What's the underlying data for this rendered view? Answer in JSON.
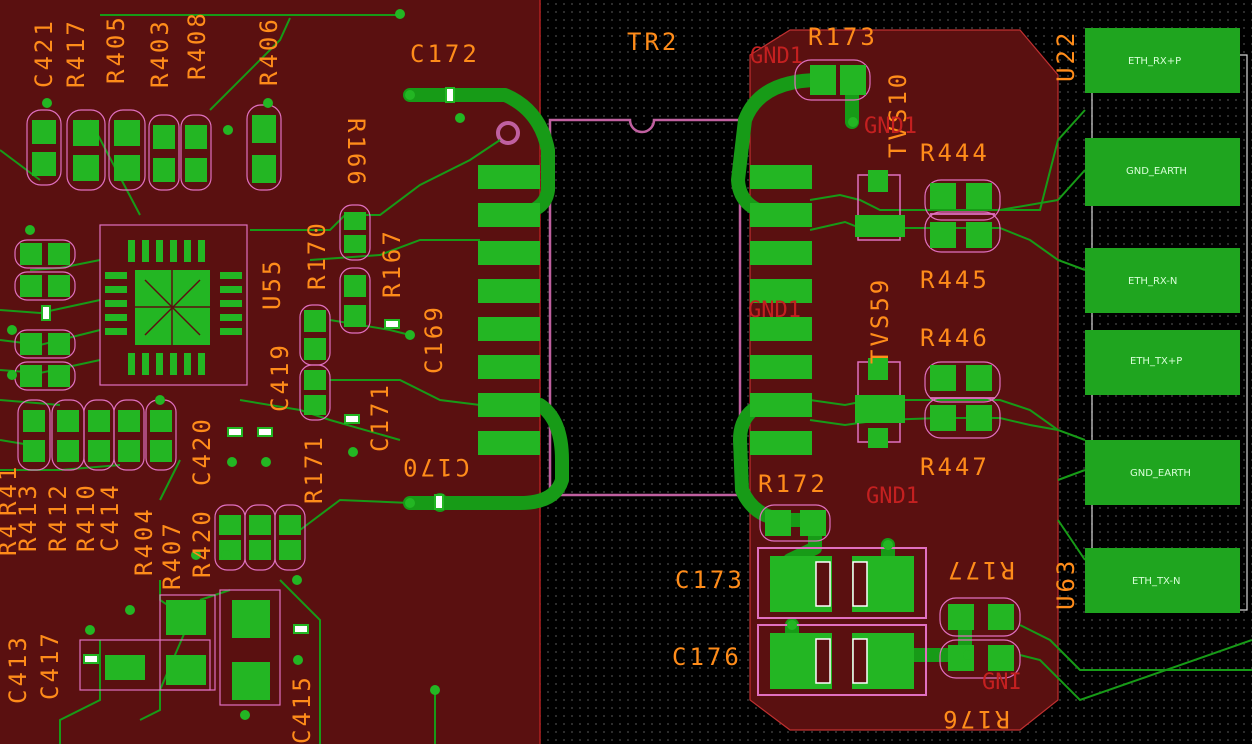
{
  "board": {
    "colors": {
      "copper": "#5a1010",
      "trace": "#179b17",
      "pad": "#23b623",
      "silk": "#e070c0",
      "label": "#ff8c1a",
      "net": "#c42020"
    },
    "labels_h": [
      {
        "id": "C172",
        "text": "C172"
      },
      {
        "id": "TR2",
        "text": "TR2"
      },
      {
        "id": "R173",
        "text": "R173"
      },
      {
        "id": "R444",
        "text": "R444"
      },
      {
        "id": "R445",
        "text": "R445"
      },
      {
        "id": "R446",
        "text": "R446"
      },
      {
        "id": "R447",
        "text": "R447"
      },
      {
        "id": "R172",
        "text": "R172"
      },
      {
        "id": "C173",
        "text": "C173"
      },
      {
        "id": "C176",
        "text": "C176"
      }
    ],
    "labels_v": [
      {
        "id": "C421",
        "text": "C421"
      },
      {
        "id": "R417",
        "text": "R417"
      },
      {
        "id": "R405",
        "text": "R405"
      },
      {
        "id": "R403",
        "text": "R403"
      },
      {
        "id": "R408",
        "text": "R408"
      },
      {
        "id": "R406",
        "text": "R406"
      },
      {
        "id": "U55",
        "text": "U55"
      },
      {
        "id": "R170",
        "text": "R170"
      },
      {
        "id": "R167",
        "text": "R167"
      },
      {
        "id": "C169",
        "text": "C169"
      },
      {
        "id": "C419",
        "text": "C419"
      },
      {
        "id": "R171",
        "text": "R171"
      },
      {
        "id": "C171",
        "text": "C171"
      },
      {
        "id": "C420",
        "text": "C420"
      },
      {
        "id": "R413",
        "text": "R413"
      },
      {
        "id": "R412",
        "text": "R412"
      },
      {
        "id": "R410",
        "text": "R410"
      },
      {
        "id": "C414",
        "text": "C414"
      },
      {
        "id": "R404",
        "text": "R404"
      },
      {
        "id": "R407",
        "text": "R407"
      },
      {
        "id": "R420",
        "text": "R420"
      },
      {
        "id": "C413",
        "text": "C413"
      },
      {
        "id": "C417",
        "text": "C417"
      },
      {
        "id": "C415",
        "text": "C415"
      },
      {
        "id": "TVS10",
        "text": "TVS10"
      },
      {
        "id": "TVS59",
        "text": "TVS59"
      },
      {
        "id": "U22",
        "text": "U22"
      },
      {
        "id": "U63",
        "text": "U63"
      },
      {
        "id": "R411",
        "text": "R41"
      },
      {
        "id": "R4xx",
        "text": "R4"
      }
    ],
    "labels_flipped": [
      {
        "id": "R166",
        "text": "R166"
      },
      {
        "id": "C170",
        "text": "C170"
      },
      {
        "id": "R177",
        "text": "R177"
      },
      {
        "id": "R176",
        "text": "R176"
      }
    ],
    "nets": [
      {
        "id": "gnd1-a",
        "text": "GND1"
      },
      {
        "id": "gnd1-b",
        "text": "GND1"
      },
      {
        "id": "gnd1-c",
        "text": "GND1"
      },
      {
        "id": "gnd1-d",
        "text": "GND1"
      },
      {
        "id": "gnd-e",
        "text": "GNI"
      }
    ],
    "pad_names": [
      {
        "id": "eth-rx-p",
        "text": "ETH_RX+P"
      },
      {
        "id": "gnd-earth-1",
        "text": "GND_EARTH"
      },
      {
        "id": "eth-rx-n",
        "text": "ETH_RX-N"
      },
      {
        "id": "eth-tx-p",
        "text": "ETH_TX+P"
      },
      {
        "id": "gnd-earth-2",
        "text": "GND_EARTH"
      },
      {
        "id": "eth-tx-n",
        "text": "ETH_TX-N"
      }
    ]
  }
}
